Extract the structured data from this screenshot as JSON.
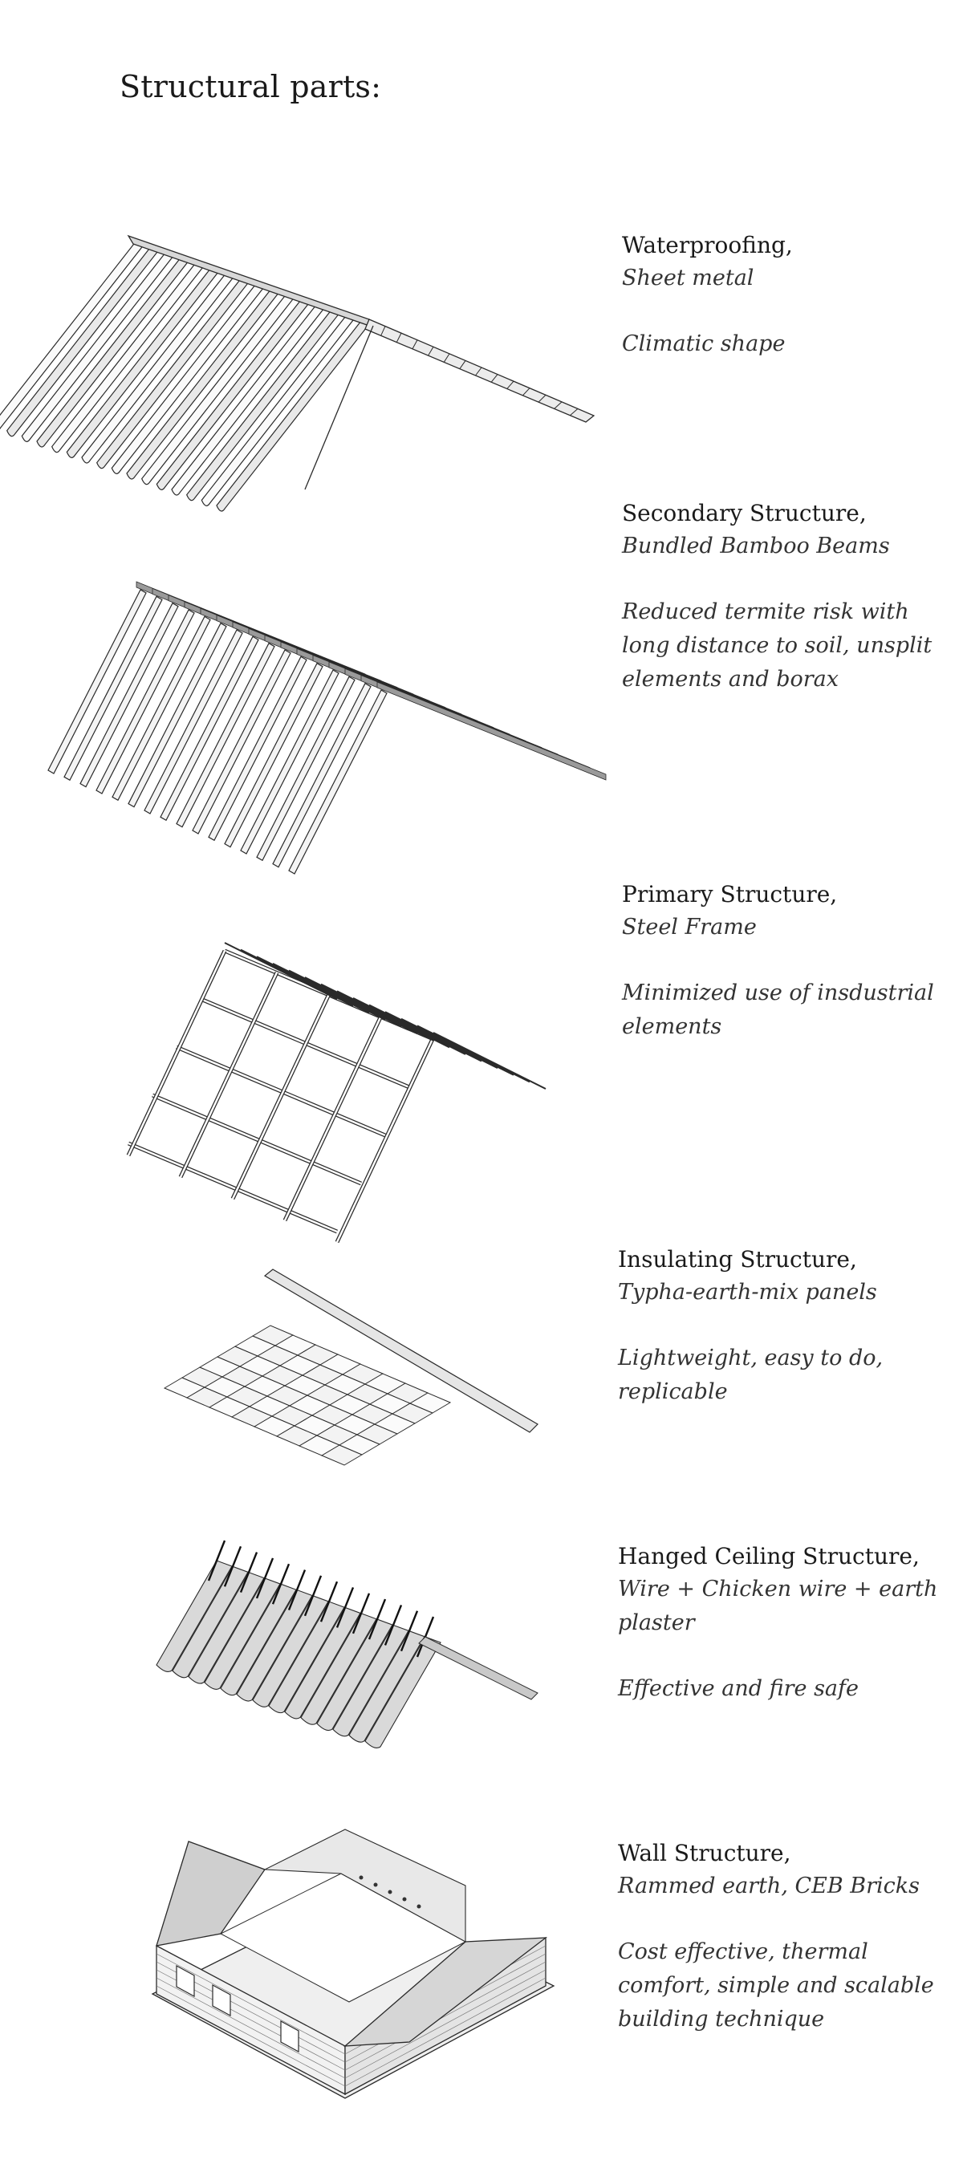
{
  "title": "Structural parts:",
  "parts": [
    {
      "heading": "Waterproofing,",
      "material": "Sheet metal",
      "note": "Climatic shape",
      "drawing": "corrugated-sheet-metal-roof"
    },
    {
      "heading": "Secondary Structure,",
      "material": "Bundled Bamboo Beams",
      "note": "Reduced termite risk with\nlong distance to soil, unsplit\nelements and borax",
      "drawing": "bamboo-beam-array"
    },
    {
      "heading": "Primary Structure,",
      "material": "Steel Frame",
      "note": "Minimized use of insdustrial\nelements",
      "drawing": "steel-frame-grid"
    },
    {
      "heading": "Insulating Structure,",
      "material": "Typha-earth-mix panels",
      "note": "Lightweight, easy to do,\nreplicable",
      "drawing": "insulation-panel-grid"
    },
    {
      "heading": "Hanged Ceiling Structure,",
      "material": "Wire + Chicken wire + earth\nplaster",
      "note": "Effective and fire safe",
      "drawing": "hanged-ceiling-mesh"
    },
    {
      "heading": "Wall Structure,",
      "material": "Rammed earth, CEB Bricks",
      "note": "Cost effective, thermal\ncomfort, simple and scalable\nbuilding technique",
      "drawing": "rammed-earth-walls"
    }
  ]
}
